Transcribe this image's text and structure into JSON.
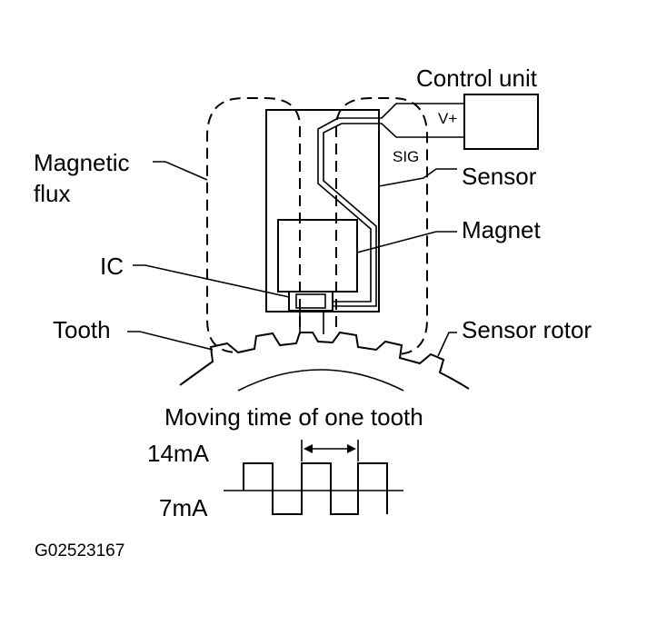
{
  "labels": {
    "control_unit": "Control unit",
    "v_plus": "V+",
    "sig": "SIG",
    "sensor": "Sensor",
    "magnetic_flux_line1": "Magnetic",
    "magnetic_flux_line2": "flux",
    "magnet": "Magnet",
    "ic": "IC",
    "tooth": "Tooth",
    "sensor_rotor": "Sensor rotor",
    "moving_time": "Moving time of one tooth",
    "current_high": "14mA",
    "current_low": "7mA",
    "figure_id": "G02523167"
  }
}
